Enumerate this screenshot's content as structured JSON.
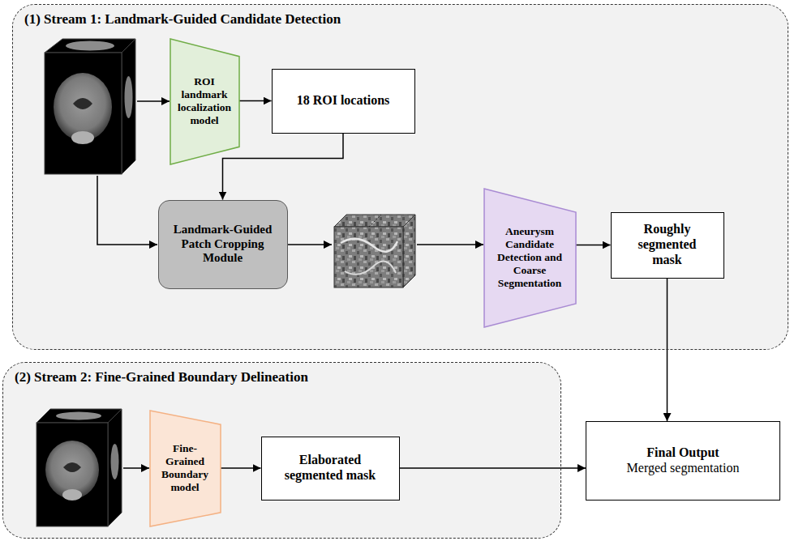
{
  "diagram": {
    "nodes": [
      {
        "text": [
          "(1) Stream 1: Landmark-Guided Candidate Detection"
        ]
      },
      {
        "text": [
          "ROI landmark localization model"
        ],
        "in": 0
      },
      {
        "text": [
          "18 ROI locations"
        ],
        "in": 0
      },
      {
        "text": [
          "Landmark-Guided Patch Cropping Module"
        ],
        "in": 0
      },
      {
        "text": [
          "Aneurysm Candidate Detection and Coarse Segmentation"
        ],
        "in": 0
      },
      {
        "text": [
          "Roughly segmented mask"
        ],
        "in": 0
      },
      {
        "text": [
          "(2) Stream 2: Fine-Grained Boundary Delineation"
        ]
      },
      {
        "text": [
          "Fine-Grained Boundary model"
        ],
        "in": 6
      },
      {
        "text": [
          "Elaborated segmented mask"
        ],
        "in": 6
      },
      {
        "text": [
          "Final Output",
          "Merged segmentation"
        ]
      }
    ],
    "edges": [
      {
        "from": 1,
        "to": 2,
        "arrow": "to"
      },
      {
        "from": 2,
        "to": 3,
        "arrow": "to"
      },
      {
        "from": 4,
        "to": 5,
        "arrow": "to"
      },
      {
        "from": 5,
        "to": 9,
        "arrow": "to"
      },
      {
        "from": 7,
        "to": 8,
        "arrow": "to"
      },
      {
        "from": 8,
        "to": 9,
        "arrow": "to"
      }
    ]
  }
}
